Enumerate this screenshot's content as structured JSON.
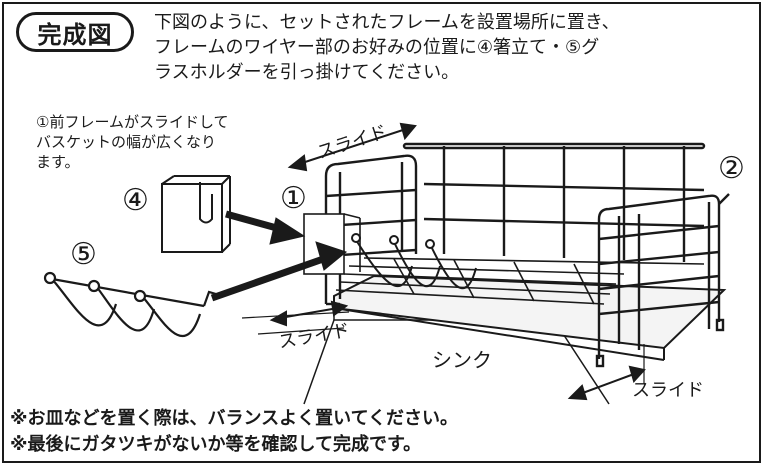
{
  "badge": "完成図",
  "instruction": "下図のように、セットされたフレームを設置場所に置き、\nフレームのワイヤー部のお好みの位置に④箸立て・⑤グ\nラスホルダーを引っ掛けてください。",
  "note": "①前フレームがスライドして\nバスケットの幅が広くなり\nます。",
  "labels": {
    "slide_top": "スライド",
    "slide_left": "スライド",
    "slide_right": "スライド",
    "sink": "シンク"
  },
  "numbers": {
    "n1": "①",
    "n2": "②",
    "n4": "④",
    "n5": "⑤"
  },
  "footer": [
    "※お皿などを置く際は、バランスよく置いてください。",
    "※最後にガタツキがないか等を確認して完成です。"
  ]
}
